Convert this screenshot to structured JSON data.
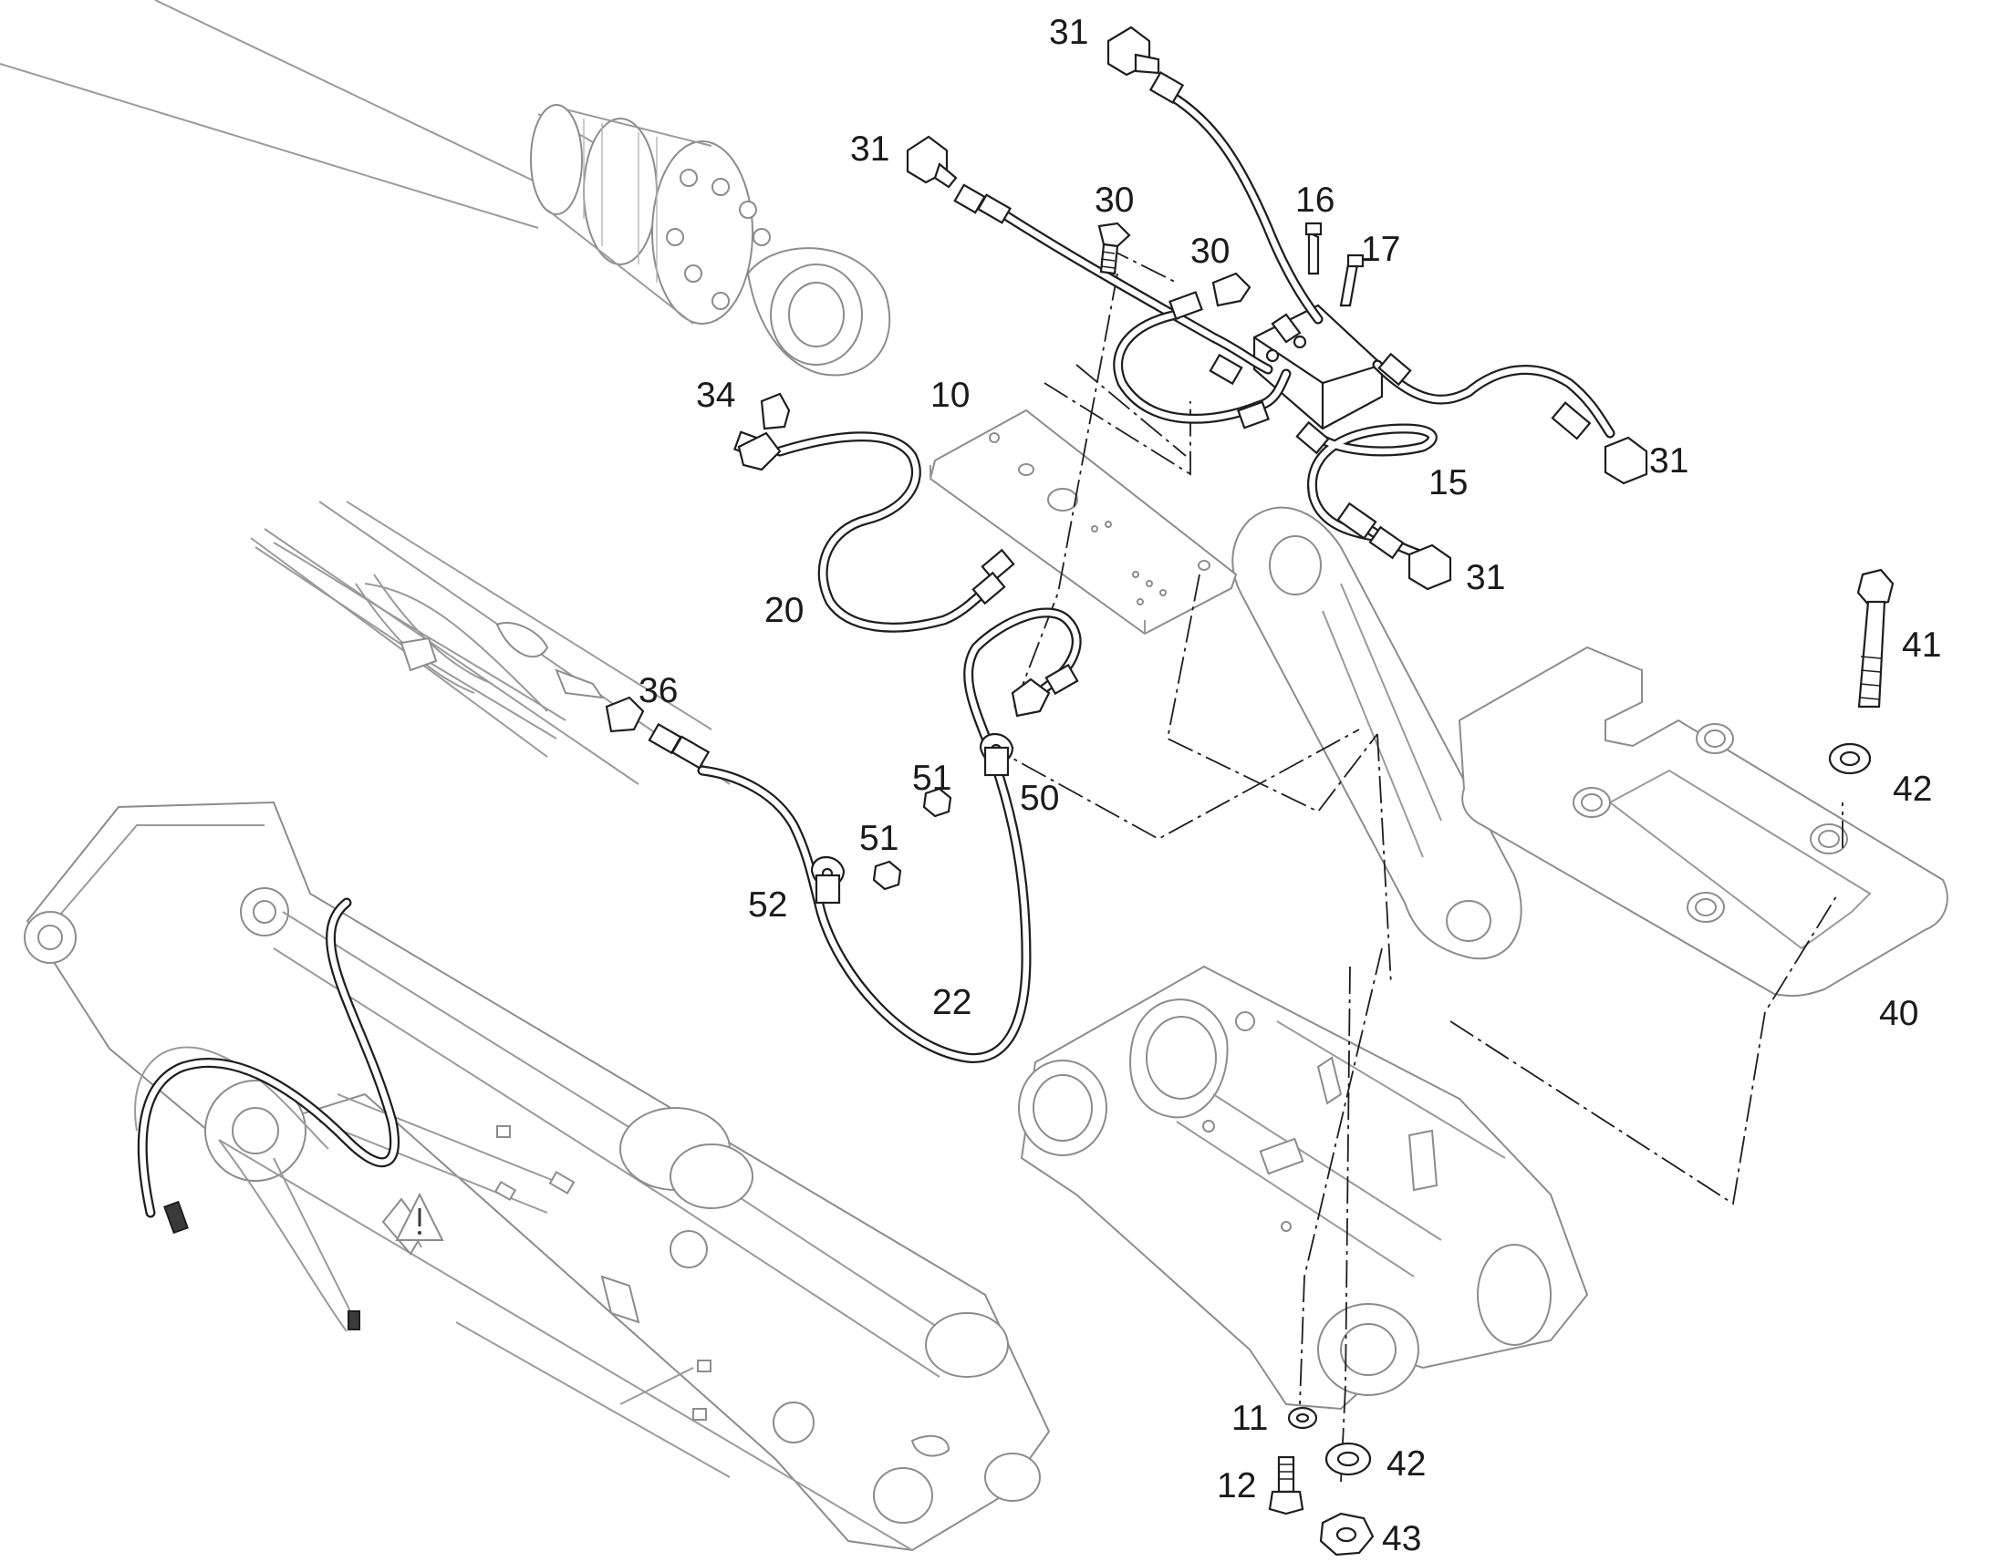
{
  "diagram": {
    "callouts": [
      {
        "id": "c31a",
        "text": "31"
      },
      {
        "id": "c31b",
        "text": "31"
      },
      {
        "id": "c30a",
        "text": "30"
      },
      {
        "id": "c30b",
        "text": "30"
      },
      {
        "id": "c16",
        "text": "16"
      },
      {
        "id": "c17",
        "text": "17"
      },
      {
        "id": "c10",
        "text": "10"
      },
      {
        "id": "c34",
        "text": "34"
      },
      {
        "id": "c31c",
        "text": "31"
      },
      {
        "id": "c15",
        "text": "15"
      },
      {
        "id": "c31d",
        "text": "31"
      },
      {
        "id": "c20",
        "text": "20"
      },
      {
        "id": "c36",
        "text": "36"
      },
      {
        "id": "c41",
        "text": "41"
      },
      {
        "id": "c51a",
        "text": "51"
      },
      {
        "id": "c50",
        "text": "50"
      },
      {
        "id": "c42a",
        "text": "42"
      },
      {
        "id": "c51b",
        "text": "51"
      },
      {
        "id": "c52",
        "text": "52"
      },
      {
        "id": "c22",
        "text": "22"
      },
      {
        "id": "c40",
        "text": "40"
      },
      {
        "id": "c11",
        "text": "11"
      },
      {
        "id": "c12",
        "text": "12"
      },
      {
        "id": "c42b",
        "text": "42"
      },
      {
        "id": "c43",
        "text": "43"
      }
    ]
  }
}
